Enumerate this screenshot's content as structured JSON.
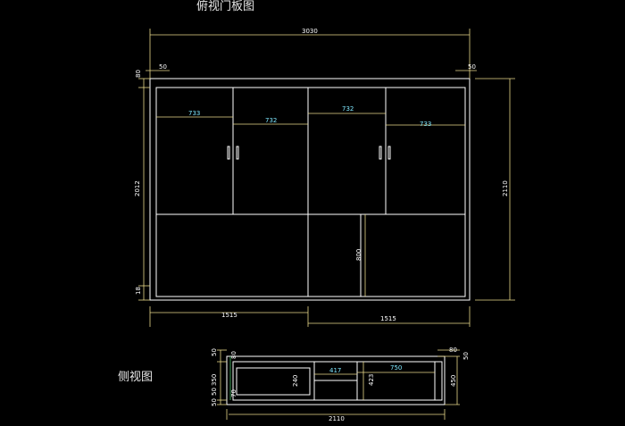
{
  "titles": {
    "top_view": "俯视门板图",
    "side_view": "侧视图"
  },
  "top_view_dims": {
    "overall_width": "3030",
    "left_margin": "50",
    "right_margin": "50",
    "top_strip": "80",
    "left_height": "2012",
    "right_height": "2110",
    "bottom_strip": "18",
    "door_1": "733",
    "door_2": "732",
    "door_3": "732",
    "door_4": "733",
    "lower_panel": "800",
    "bottom_left": "1515",
    "bottom_right": "1515"
  },
  "side_view_dims": {
    "left_top": "50",
    "left_mid_a": "350",
    "left_mid_b": "50",
    "left_bottom": "50",
    "inner_top": "80",
    "inner_bottom": "70",
    "shelf_height": "240",
    "width_a": "417",
    "width_b": "750",
    "height_a": "423",
    "right_top": "80",
    "right_side": "50",
    "right_height": "450",
    "overall_width": "2110"
  }
}
